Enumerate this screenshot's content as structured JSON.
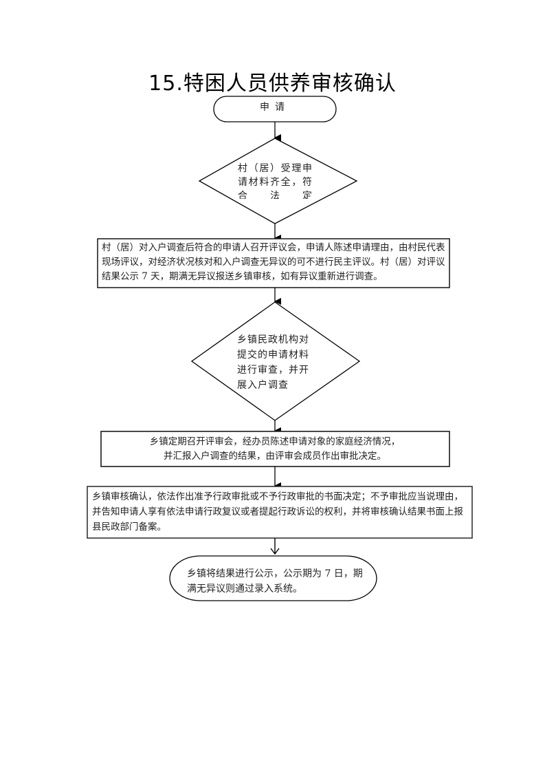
{
  "title": "15.特困人员供养审核确认",
  "flowchart": {
    "nodes": [
      {
        "id": "start",
        "shape": "rounded-terminal",
        "text": "申请"
      },
      {
        "id": "decision-1",
        "shape": "diamond",
        "text": "村（居）受理申请材料齐全，符合法定"
      },
      {
        "id": "process-1",
        "shape": "rectangle",
        "text": "村（居）对入户调查后符合的申请人召开评议会，申请人陈述申请理由，由村民代表现场评议，对经济状况核对和入户调查无异议的可不进行民主评议。村（居）对评议结果公示 7 天，期满无异议报送乡镇审核，如有异议重新进行调查。"
      },
      {
        "id": "decision-2",
        "shape": "diamond",
        "text": "乡镇民政机构对提交的申请材料进行审查，并开展入户调查"
      },
      {
        "id": "process-2",
        "shape": "rectangle",
        "lines": [
          "乡镇定期召开评审会，经办员陈述申请对象的家庭经济情况，",
          "并汇报入户调查的结果，由评审会成员作出审批决定。"
        ]
      },
      {
        "id": "process-3",
        "shape": "rectangle",
        "text": "乡镇审核确认，依法作出准予行政审批或不予行政审批的书面决定；不予审批应当说理由，并告知申请人享有依法申请行政复议或者提起行政诉讼的权利，并将审核确认结果书面上报县民政部门备案。"
      },
      {
        "id": "end",
        "shape": "rounded-terminal",
        "text": "乡镇将结果进行公示，公示期为 7 日，期满无异议则通过录入系统。"
      }
    ],
    "edges": [
      {
        "from": "start",
        "to": "decision-1"
      },
      {
        "from": "decision-1",
        "to": "process-1"
      },
      {
        "from": "process-1",
        "to": "decision-2"
      },
      {
        "from": "decision-2",
        "to": "process-2"
      },
      {
        "from": "process-2",
        "to": "process-3"
      },
      {
        "from": "process-3",
        "to": "end"
      }
    ],
    "stroke_color": "#000000"
  }
}
